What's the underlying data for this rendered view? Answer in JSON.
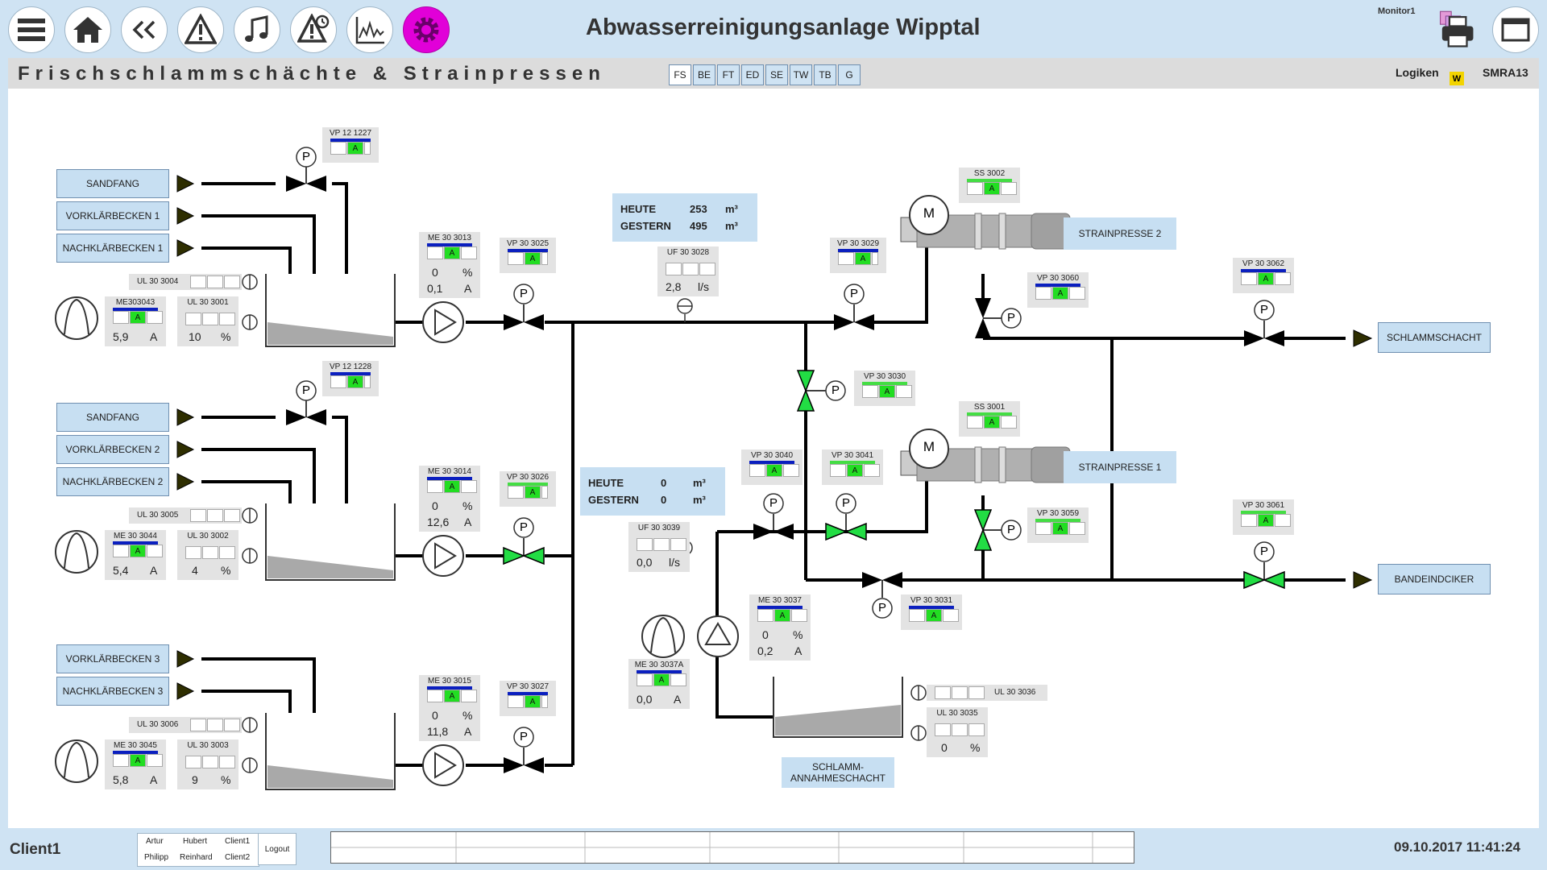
{
  "header": {
    "title": "Abwasserreinigungsanlage Wipptal",
    "monitor": "Monitor1"
  },
  "nav": [
    {
      "name": "menu-icon"
    },
    {
      "name": "home-icon"
    },
    {
      "name": "back-icon"
    },
    {
      "name": "warning-icon"
    },
    {
      "name": "music-icon"
    },
    {
      "name": "warning-clock-icon"
    },
    {
      "name": "trend-icon"
    },
    {
      "name": "gear-icon"
    }
  ],
  "subheader": {
    "title": "Frischschlammschächte & Strainpressen",
    "logiken": "Logiken",
    "badge": "W",
    "station": "SMRA13"
  },
  "tabs": [
    "FS",
    "BE",
    "FT",
    "ED",
    "SE",
    "TW",
    "TB",
    "G"
  ],
  "labels": {
    "sandfang1": "SANDFANG",
    "vorklar1": "VORKLÄRBECKEN 1",
    "nachklar1": "NACHKLÄRBECKEN 1",
    "sandfang2": "SANDFANG",
    "vorklar2": "VORKLÄRBECKEN 2",
    "nachklar2": "NACHKLÄRBECKEN 2",
    "vorklar3": "VORKLÄRBECKEN 3",
    "nachklar3": "NACHKLÄRBECKEN 3",
    "strain2": "STRAINPRESSE 2",
    "strain1": "STRAINPRESSE 1",
    "schlammschacht": "SCHLAMMSCHACHT",
    "bandeindicker": "BANDEINDCIKER",
    "annahme1": "SCHLAMM-",
    "annahme2": "ANNAHMESCHACHT"
  },
  "tags": {
    "vp121227": "VP 12 1227",
    "vp121228": "VP 12 1228",
    "vp303025": "VP 30 3025",
    "vp303026": "VP 30 3026",
    "vp303027": "VP 30 3027",
    "vp303029": "VP 30 3029",
    "vp303030": "VP 30 3030",
    "vp303060": "VP 30 3060",
    "vp303062": "VP 30 3062",
    "vp303059": "VP 30 3059",
    "vp303061": "VP 30 3061",
    "vp303040": "VP 30 3040",
    "vp303041": "VP 30 3041",
    "vp303031": "VP 30 3031",
    "ss3002": "SS 3002",
    "ss3001": "SS 3001",
    "me303013": "ME 30 3013",
    "me303014": "ME 30 3014",
    "me303015": "ME 30 3015",
    "me303037": "ME 30 3037",
    "me303037a": "ME 30 3037A",
    "me303043": "ME303043",
    "me303044": "ME 30 3044",
    "me303045": "ME 30 3045",
    "ul303001": "UL 30 3001",
    "ul303002": "UL 30 3002",
    "ul303003": "UL 30 3003",
    "ul303004": "UL 30 3004",
    "ul303005": "UL 30 3005",
    "ul303006": "UL 30 3006",
    "ul303035": "UL 30 3035",
    "ul303036": "UL 30 3036",
    "uf303028": "UF 30 3028",
    "uf303039": "UF 30 3039"
  },
  "status": "A",
  "values": {
    "me303013": {
      "pct": "0",
      "pct_unit": "%",
      "amp": "0,1",
      "amp_unit": "A"
    },
    "me303014": {
      "pct": "0",
      "pct_unit": "%",
      "amp": "12,6",
      "amp_unit": "A"
    },
    "me303015": {
      "pct": "0",
      "pct_unit": "%",
      "amp": "11,8",
      "amp_unit": "A"
    },
    "me303037": {
      "pct": "0",
      "pct_unit": "%",
      "amp": "0,2",
      "amp_unit": "A"
    },
    "me303037a": {
      "amp": "0,0",
      "amp_unit": "A"
    },
    "me303043": {
      "amp": "5,9",
      "amp_unit": "A"
    },
    "me303044": {
      "amp": "5,4",
      "amp_unit": "A"
    },
    "me303045": {
      "amp": "5,8",
      "amp_unit": "A"
    },
    "ul303001": {
      "val": "10",
      "unit": "%"
    },
    "ul303002": {
      "val": "4",
      "unit": "%"
    },
    "ul303003": {
      "val": "9",
      "unit": "%"
    },
    "ul303035": {
      "val": "0",
      "unit": "%"
    },
    "uf303028": {
      "val": "2,8",
      "unit": "l/s"
    },
    "uf303039": {
      "val": "0,0",
      "unit": "l/s"
    }
  },
  "volume1": {
    "heute": "HEUTE",
    "heute_val": "253",
    "gestern": "GESTERN",
    "gestern_val": "495",
    "unit": "m³"
  },
  "volume2": {
    "heute": "HEUTE",
    "heute_val": "0",
    "gestern": "GESTERN",
    "gestern_val": "0",
    "unit": "m³"
  },
  "symbols": {
    "pressure": "P",
    "motor": "M"
  },
  "footer": {
    "client": "Client1",
    "users": [
      "Artur",
      "Hubert",
      "Client1",
      "Philipp",
      "Reinhard",
      "Client2"
    ],
    "logout": "Logout",
    "datetime": "09.10.2017 11:41:24"
  }
}
